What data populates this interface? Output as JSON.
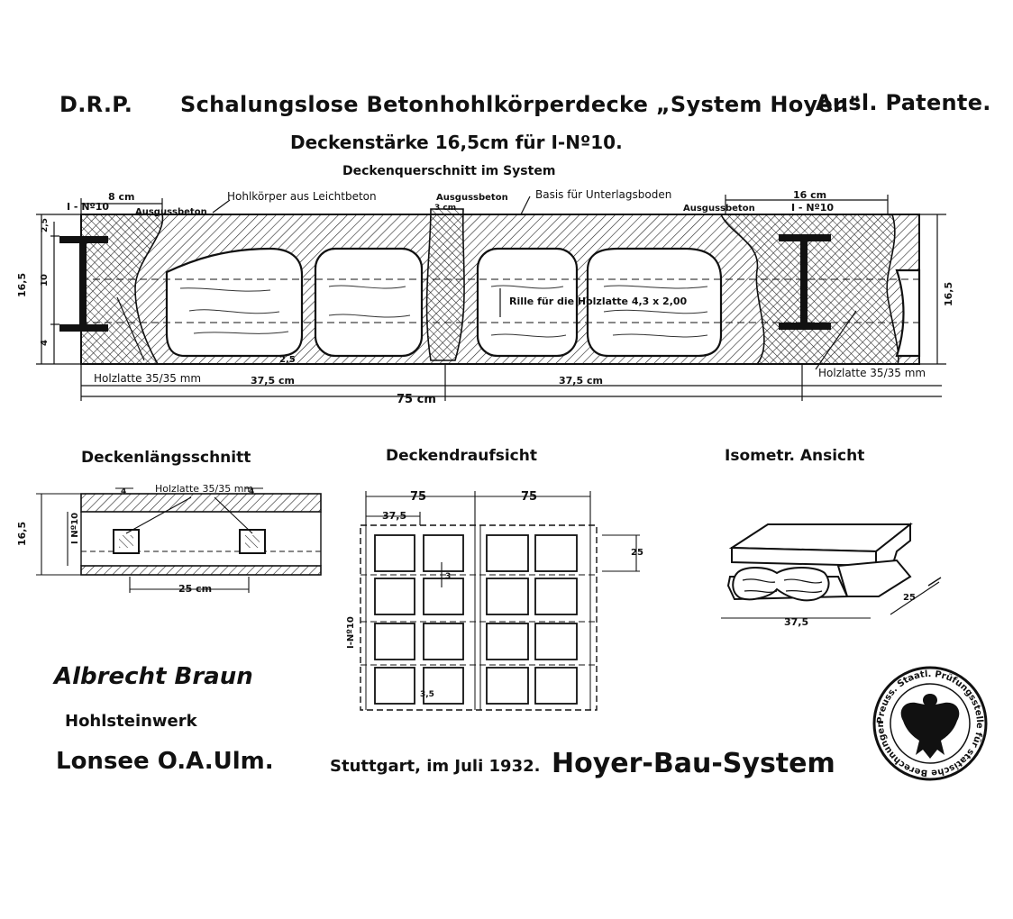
{
  "header": {
    "left": "D.R.P.",
    "title": "Schalungslose Betonhohlkörperdecke „System Hoyer.\"",
    "right": "Ausl. Patente.",
    "subtitle": "Deckenstärke 16,5cm für I-Nº10.",
    "section_title": "Deckenquerschnitt im System"
  },
  "cross_section": {
    "labels": {
      "beam_left": "I - Nº10",
      "width_8": "8 cm",
      "ausguss_left": "Ausgussbeton",
      "hohlkoerper": "Hohlkörper aus Leichtbeton",
      "ausguss_mid": "Ausgussbeton",
      "w3": "3 cm",
      "basis": "Basis für Unterlagsboden",
      "ausguss_right": "Ausgussbeton",
      "width_16": "16 cm",
      "beam_right": "I - Nº10",
      "rille": "Rille für die Holzlatte 4,3 x 2,00",
      "holzlatte_left": "Holzlatte 35/35 mm",
      "holzlatte_right": "Holzlatte 35/35 mm",
      "dim_2_5": "2,5",
      "half_left": "37,5 cm",
      "half_right": "37,5 cm",
      "total": "75 cm",
      "h_total_left": "16,5",
      "h_10": "10",
      "h_top": "2,5",
      "h_bottom": "4",
      "h_total_right": "16,5"
    }
  },
  "laengsschnitt": {
    "title": "Deckenlängsschnitt",
    "holzlatte": "Holzlatte 35/35 mm",
    "beam": "I Nº10",
    "height": "16,5",
    "w_left": "4",
    "w_right": "4",
    "span": "25 cm"
  },
  "draufsicht": {
    "title": "Deckendraufsicht",
    "dim_a": "75",
    "dim_b": "75",
    "dim_half": "37,5",
    "dim_25": "25",
    "beam": "I-Nº10",
    "dim_3": "3",
    "dim_35": "3,5"
  },
  "isometrie": {
    "title": "Isometr. Ansicht",
    "dim_w": "37,5",
    "dim_d": "25"
  },
  "footer": {
    "company": "Albrecht Braun",
    "works": "Hohlsteinwerk",
    "place": "Lonsee O.A.Ulm.",
    "date": "Stuttgart, im Juli 1932.",
    "system": "Hoyer-Bau-System"
  },
  "stamp": {
    "text": "Preuss. Staatl. Prüfungsstelle für statische Berechnungen * Berlin *"
  }
}
